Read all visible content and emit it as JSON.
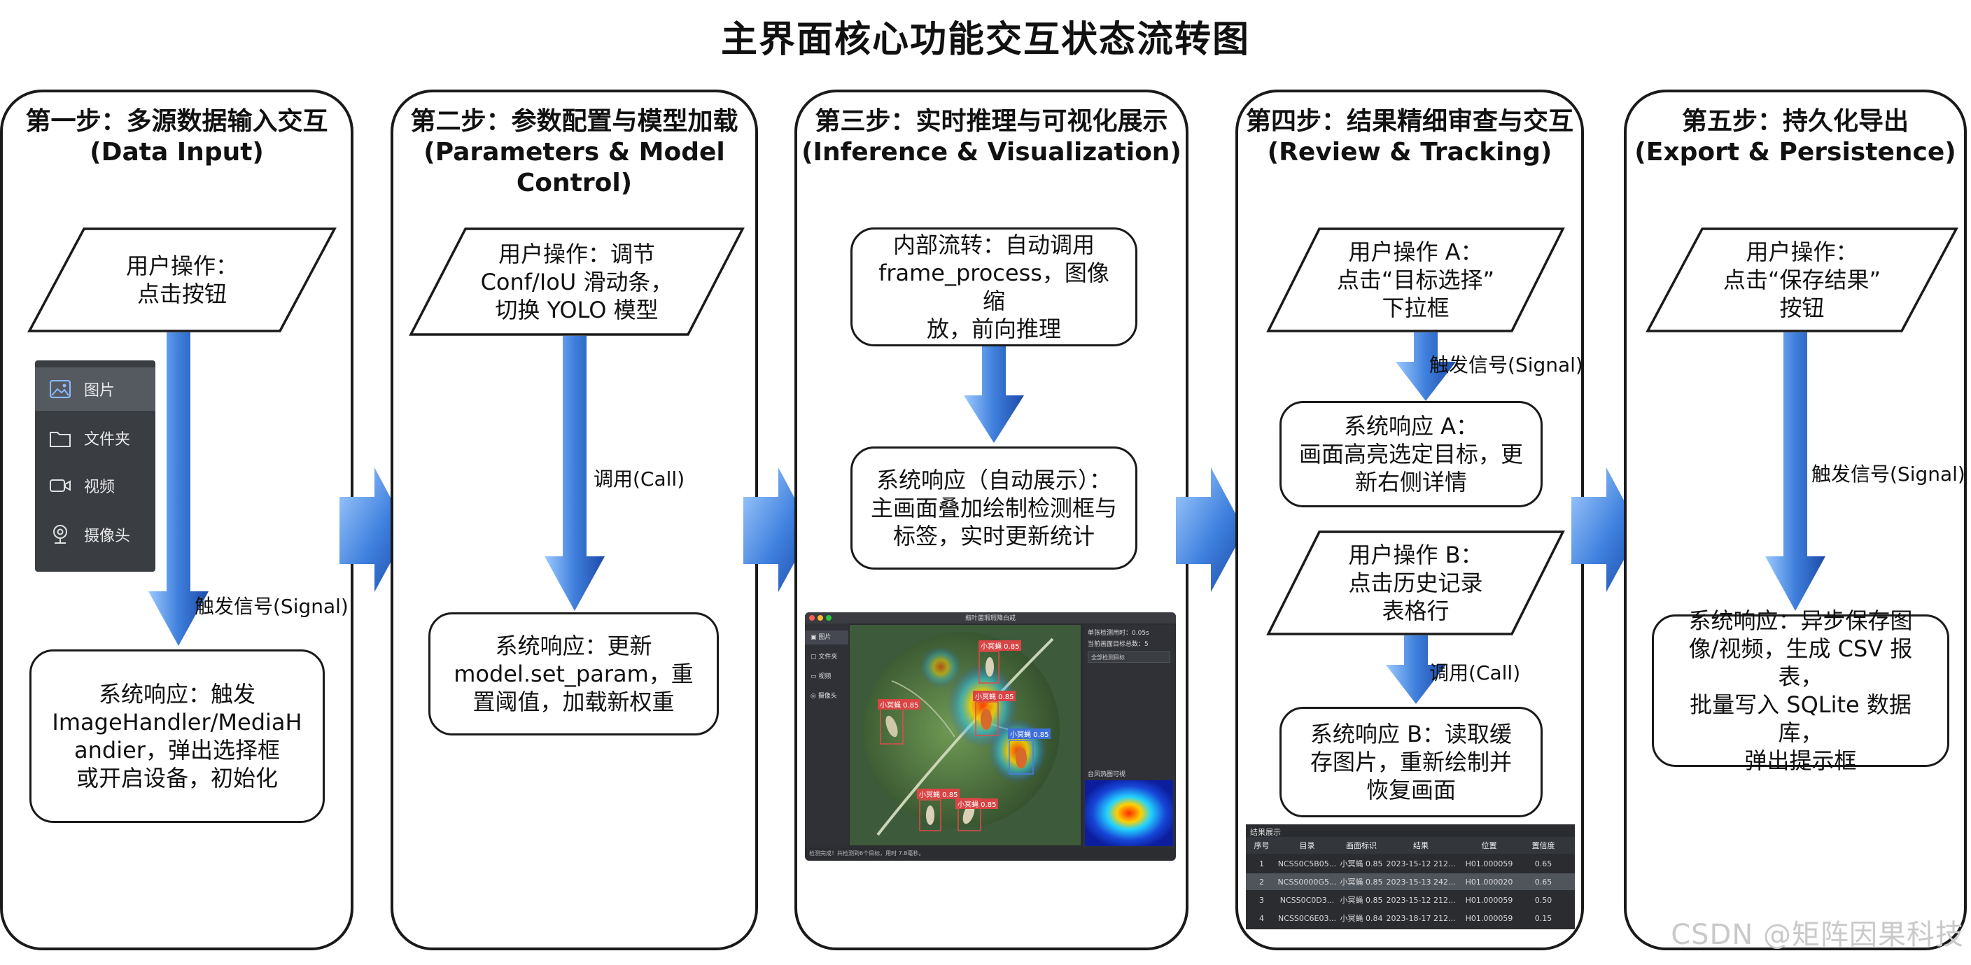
{
  "title": "主界面核心功能交互状态流转图",
  "watermark": "CSDN @矩阵因果科技",
  "columns": [
    {
      "head_cn": "第一步：多源数据输入交互",
      "head_en": "(Data Input)"
    },
    {
      "head_cn": "第二步：参数配置与模型加载",
      "head_en": "(Parameters & Model Control)"
    },
    {
      "head_cn": "第三步：实时推理与可视化展示",
      "head_en": "(Inference & Visualization)"
    },
    {
      "head_cn": "第四步：结果精细审查与交互",
      "head_en": "(Review & Tracking)"
    },
    {
      "head_cn": "第五步：持久化导出",
      "head_en": "(Export & Persistence)"
    }
  ],
  "step1": {
    "user_op": "用户操作：\n点击按钮",
    "signal": "触发信号(Signal)",
    "response": "系统响应：触发\nImageHandler/MediaH\nandier，弹出选择框\n或开启设备，初始化",
    "sidebar": [
      "图片",
      "文件夹",
      "视频",
      "摄像头"
    ]
  },
  "step2": {
    "user_op": "用户操作：调节\nConf/IoU 滑动条，\n切换 YOLO 模型",
    "call": "调用(Call)",
    "response": "系统响应：更新\nmodel.set_param，重\n置阈值，加载新权重"
  },
  "step3": {
    "internal": "内部流转：自动调用\nframe_process，图像缩\n放，前向推理",
    "response": "系统响应（自动展示）：\n主画面叠加绘制检测框与\n标签，实时更新统计",
    "app": {
      "window_title": "瓶叶菌瑕瑕降白戒",
      "sidebar": [
        "图片",
        "文件夹",
        "视频",
        "摄像头"
      ],
      "detections": [
        "小冥蝇 0.85",
        "小冥蝇 0.85",
        "小冥蝇 0.85",
        "小冥蝇 0.85",
        "小冥蝇 0.85",
        "小冥蝇 0.85"
      ],
      "info1": "单张检测用时：0.05s",
      "info2": "当前画面目标总数：5",
      "dropdown": "全部检测目标",
      "heatmap_label": "台风热图可视",
      "status": "检测完成！共检测到6个目标，用时 7.8毫秒。"
    }
  },
  "step4": {
    "user_a": "用户操作 A：\n点击“目标选择”\n下拉框",
    "signal": "触发信号(Signal)",
    "response_a": "系统响应 A：\n画面高亮选定目标，更\n新右侧详情",
    "user_b": "用户操作 B：\n点击历史记录\n表格行",
    "call": "调用(Call)",
    "response_b": "系统响应 B：读取缓\n存图片，重新绘制并\n恢复画面",
    "table": {
      "title": "结果展示",
      "headers": [
        "序号",
        "目录",
        "画面标识",
        "结果",
        "位置",
        "置信度"
      ],
      "rows": [
        [
          "1",
          "NCSS0C5B05...",
          "小冥蝇 0.85",
          "2023-15-12 212...",
          "H01.000059",
          "0.65"
        ],
        [
          "2",
          "NCSS0000G5...",
          "小冥蝇 0.85",
          "2023-15-13 242...",
          "H01.000020",
          "0.65"
        ],
        [
          "3",
          "NCSS0C0D3...",
          "小冥蝇 0.85",
          "2023-15-12 212...",
          "H01.000059",
          "0.50"
        ],
        [
          "4",
          "NCSS0C6E03...",
          "小冥蝇 0.84",
          "2023-18-17 212...",
          "H01.000059",
          "0.15"
        ]
      ]
    }
  },
  "step5": {
    "user_op": "用户操作：\n点击“保存结果”\n按钮",
    "signal": "触发信号(Signal)",
    "response": "系统响应：异步保存图\n像/视频，生成 CSV 报表，\n批量写入 SQLite 数据库，\n弹出提示框"
  },
  "colors": {
    "arrow_light": "#8fc3ff",
    "arrow_dark": "#1f4fb4",
    "border": "#1a1a1a"
  }
}
